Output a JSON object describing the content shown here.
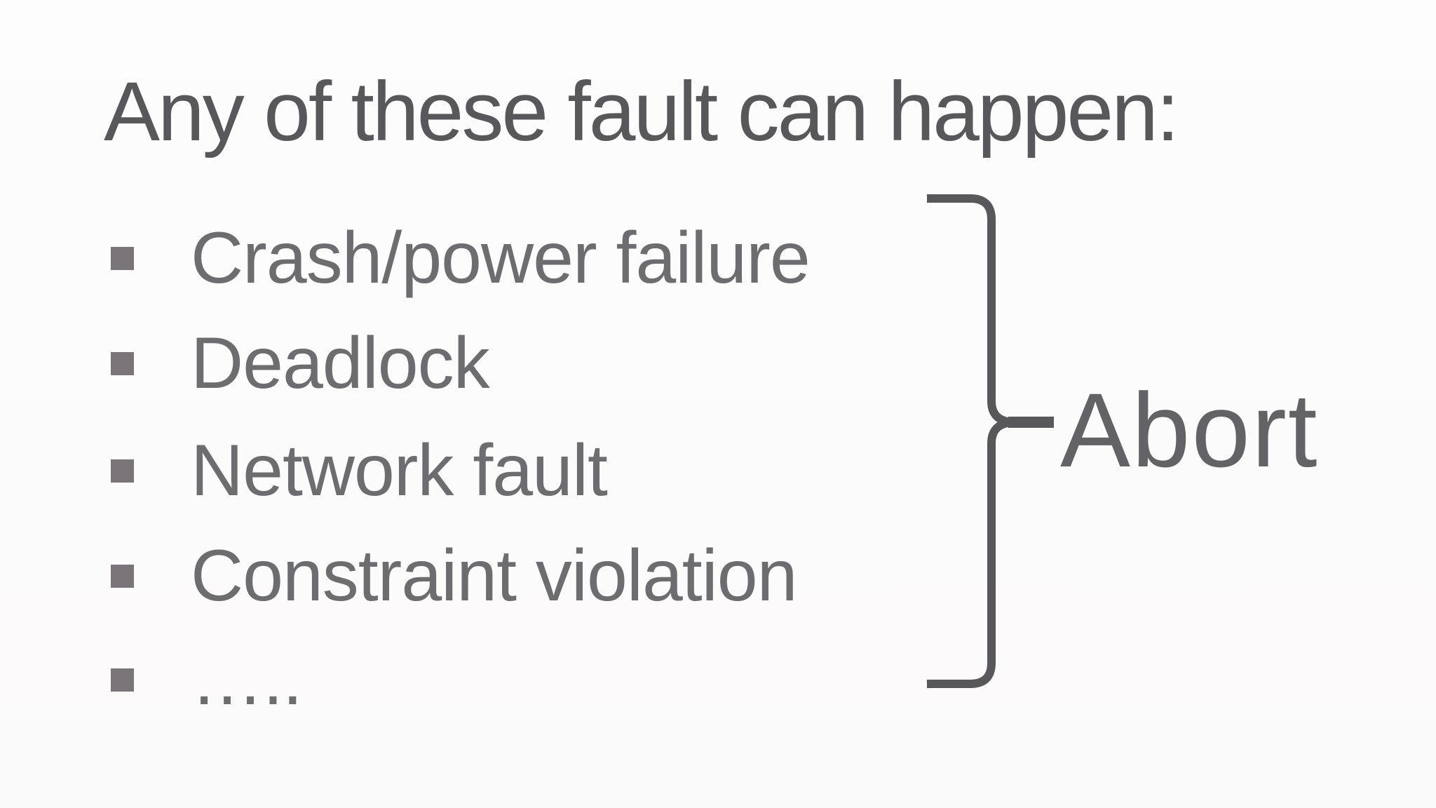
{
  "slide": {
    "title": "Any of these fault can happen:",
    "bullets": [
      {
        "label": "Crash/power failure"
      },
      {
        "label": "Deadlock"
      },
      {
        "label": "Network fault"
      },
      {
        "label": "Constraint violation"
      },
      {
        "label": "….."
      }
    ],
    "brace_label": "Abort"
  },
  "icons": {
    "bullet": "square-bullet-icon",
    "brace": "right-curly-brace-icon"
  },
  "colors": {
    "background": "#fcfbfb",
    "title_text": "#58585a",
    "body_text": "#6d6d6f",
    "bullet_marker": "#7a7578",
    "brace": "#58585a",
    "brace_label_text": "#636365"
  }
}
